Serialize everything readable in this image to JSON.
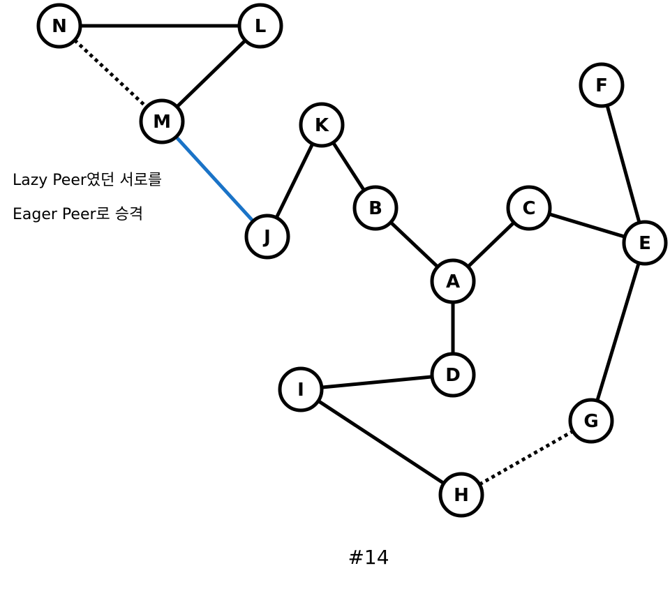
{
  "colors": {
    "edge_default": "#000000",
    "edge_highlight": "#1a73c7",
    "node_fill": "#ffffff",
    "node_stroke": "#000000"
  },
  "nodes": [
    {
      "id": "N"
    },
    {
      "id": "L"
    },
    {
      "id": "M"
    },
    {
      "id": "K"
    },
    {
      "id": "J"
    },
    {
      "id": "B"
    },
    {
      "id": "A"
    },
    {
      "id": "C"
    },
    {
      "id": "E"
    },
    {
      "id": "F"
    },
    {
      "id": "D"
    },
    {
      "id": "I"
    },
    {
      "id": "H"
    },
    {
      "id": "G"
    }
  ],
  "edges": [
    {
      "from": "N",
      "to": "L",
      "style": "solid"
    },
    {
      "from": "L",
      "to": "M",
      "style": "solid"
    },
    {
      "from": "N",
      "to": "M",
      "style": "dotted"
    },
    {
      "from": "M",
      "to": "J",
      "style": "highlight"
    },
    {
      "from": "J",
      "to": "K",
      "style": "solid"
    },
    {
      "from": "K",
      "to": "B",
      "style": "solid"
    },
    {
      "from": "B",
      "to": "A",
      "style": "solid"
    },
    {
      "from": "A",
      "to": "C",
      "style": "solid"
    },
    {
      "from": "C",
      "to": "E",
      "style": "solid"
    },
    {
      "from": "F",
      "to": "E",
      "style": "solid"
    },
    {
      "from": "E",
      "to": "G",
      "style": "solid"
    },
    {
      "from": "A",
      "to": "D",
      "style": "solid"
    },
    {
      "from": "D",
      "to": "I",
      "style": "solid"
    },
    {
      "from": "I",
      "to": "H",
      "style": "solid"
    },
    {
      "from": "H",
      "to": "G",
      "style": "dotted"
    }
  ],
  "annotation": {
    "line1": "Lazy Peer였던 서로를",
    "line2": "Eager  Peer로 승격"
  },
  "caption": "#14"
}
